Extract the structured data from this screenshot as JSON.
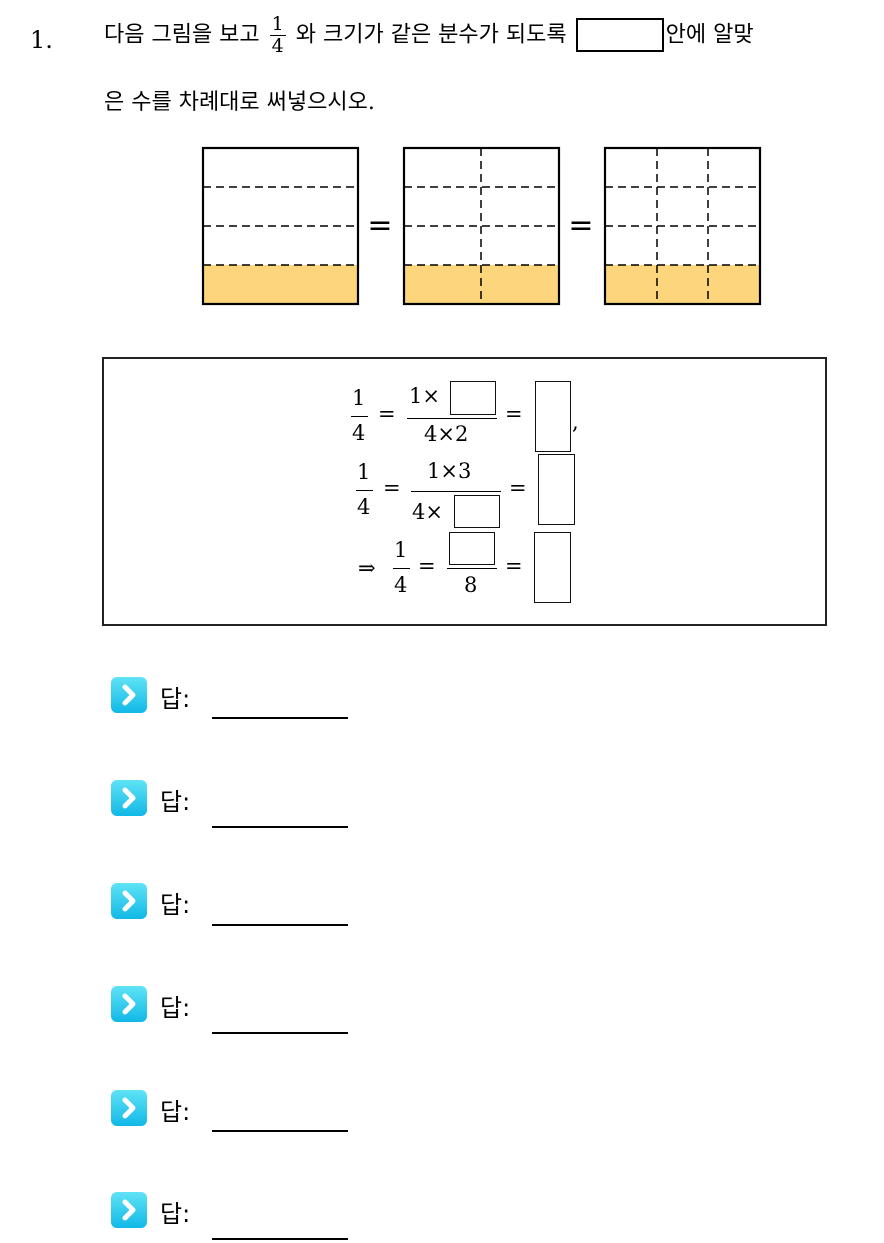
{
  "question": {
    "number": "1.",
    "line1_a": "다음 그림을 보고",
    "frac_num": "1",
    "frac_den": "4",
    "line1_b": "와 크기가 같은 분수가 되도록",
    "line1_c": "안에 알맞",
    "line2": "은 수를 차례대로 써넣으시오."
  },
  "figure": {
    "equals": "=",
    "shade_color": "#fcd57c",
    "models": [
      {
        "rows": 4,
        "cols": 1,
        "shaded": "1/4"
      },
      {
        "rows": 4,
        "cols": 2,
        "shaded": "2/8"
      },
      {
        "rows": 4,
        "cols": 3,
        "shaded": "3/12"
      }
    ]
  },
  "math": {
    "one": "1",
    "four": "4",
    "eq": "=",
    "times": "×",
    "num1": "1×",
    "den1": "4×2",
    "num2": "1×3",
    "den2": "4×",
    "eight": "8",
    "comma": ",",
    "implies": "⇒"
  },
  "answers": [
    {
      "label": "답:",
      "value": ""
    },
    {
      "label": "답:",
      "value": ""
    },
    {
      "label": "답:",
      "value": ""
    },
    {
      "label": "답:",
      "value": ""
    },
    {
      "label": "답:",
      "value": ""
    },
    {
      "label": "답:",
      "value": ""
    }
  ]
}
